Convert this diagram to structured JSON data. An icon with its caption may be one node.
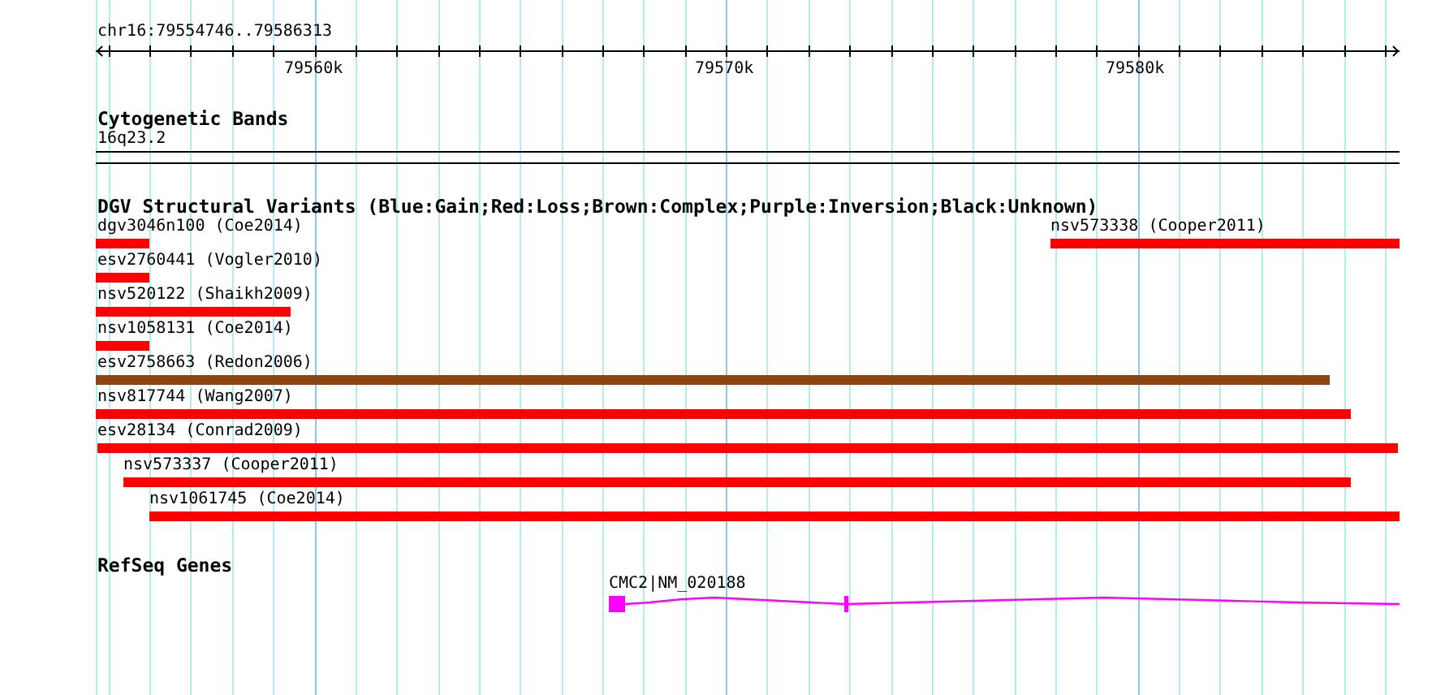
{
  "diagram": {
    "labels": [
      "chr16:79554746..79586313",
      "79560k",
      "79570k",
      "79580k",
      "Cytogenetic Bands",
      "16q23.2",
      "DGV Structural Variants (Blue:Gain;Red:Loss;Brown:Complex;Purple:Inversion;Black:Unknown)",
      "dgv3046n100 (Coe2014)",
      "nsv573338 (Cooper2011)",
      "esv2760441 (Vogler2010)",
      "nsv520122 (Shaikh2009)",
      "nsv1058131 (Coe2014)",
      "esv2758663 (Redon2006)",
      "nsv817744 (Wang2007)",
      "esv28134 (Conrad2009)",
      "nsv573337 (Cooper2011)",
      "nsv1061745 (Coe2014)",
      "RefSeq Genes",
      "CMC2|NM_020188"
    ]
  }
}
